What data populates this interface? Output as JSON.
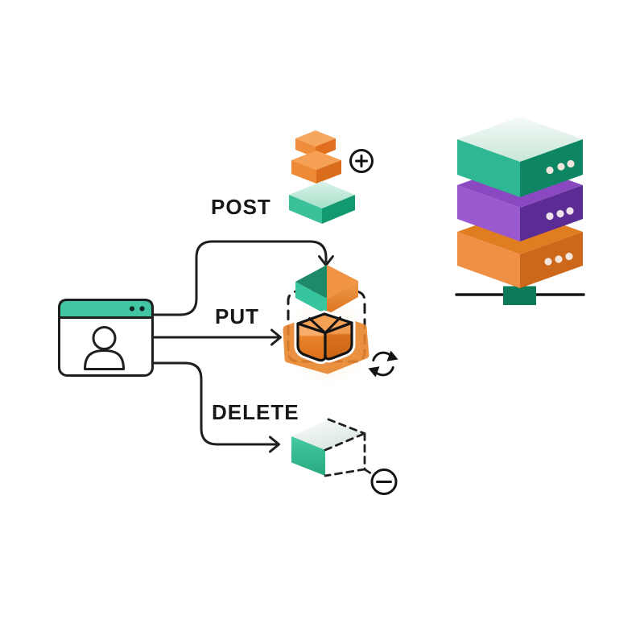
{
  "diagram": {
    "background": "#ffffff",
    "client": {
      "icon": "browser-window-user-icon",
      "header_color": "#41c6a1"
    },
    "methods": [
      {
        "label": "POST",
        "target_icon": "stacked-cubes-icon",
        "badge_icon": "plus-circle-icon",
        "accent": "#ee8c3c"
      },
      {
        "label": "PUT",
        "target_icon": "package-box-icon",
        "badge_icon": "sync-arrows-icon",
        "accent": "#ee8c3c"
      },
      {
        "label": "DELETE",
        "target_icon": "dissolving-cube-icon",
        "badge_icon": "minus-circle-icon",
        "accent": "#3fc5a0"
      }
    ],
    "server": {
      "icon": "server-stack-icon",
      "layers": [
        {
          "color": "#2db792",
          "dots": 3
        },
        {
          "color": "#9b59cf",
          "dots": 3
        },
        {
          "color": "#f09045",
          "dots": 3
        }
      ],
      "stand_color": "#0e7a59"
    },
    "palette": {
      "teal": "#3fc5a0",
      "teal_dark": "#0e8663",
      "mint": "#d9efe6",
      "orange": "#ee8c3c",
      "orange_dark": "#cd671a",
      "purple": "#9b59cf",
      "purple_dark": "#5c2c95",
      "ink": "#1d1f20"
    }
  }
}
